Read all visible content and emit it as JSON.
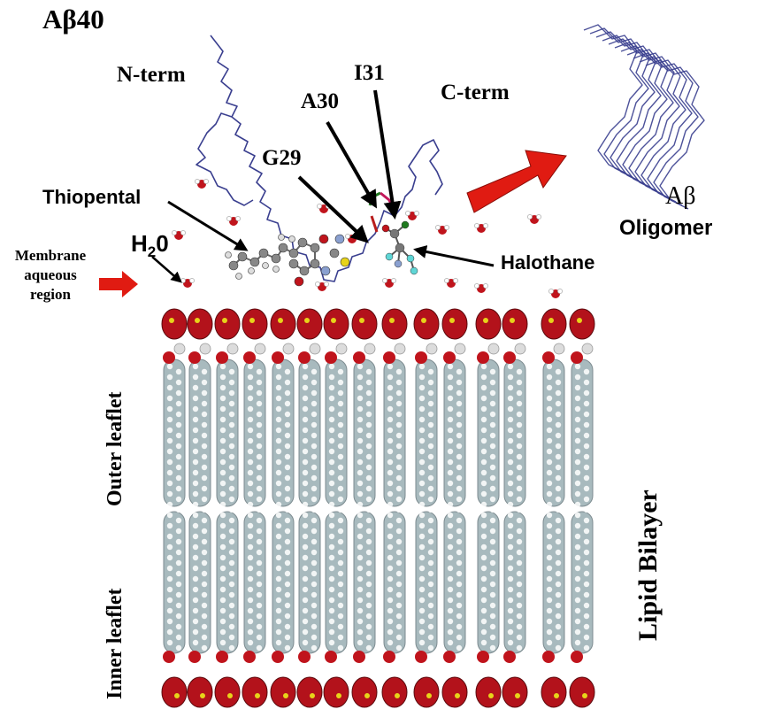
{
  "labels": {
    "abeta40": "Aβ40",
    "nterm": "N-term",
    "cterm": "C-term",
    "i31": "I31",
    "a30": "A30",
    "g29": "G29",
    "thiopental": "Thiopental",
    "halothane": "Halothane",
    "water_h": "H",
    "water_sub": "2",
    "water_o": "0",
    "membrane_line1": "Membrane",
    "membrane_line2": "aqueous",
    "membrane_line3": "region",
    "abeta": "Aβ",
    "oligomer": "Oligomer",
    "outer_leaflet": "Outer leaflet",
    "inner_leaflet": "Inner leaflet",
    "lipid_bilayer": "Lipid Bilayer"
  },
  "colors": {
    "protein_backbone": "#3a3f8f",
    "arrow_red": "#e01b12",
    "lipid_head": "#b3121b",
    "lipid_tail": "#9fb3b8",
    "oxygen": "#c0141c",
    "carbon": "#555555",
    "sulfur": "#e7d31a",
    "fluorine": "#5fd6d6"
  },
  "icons": {
    "thiopental_molecule": "ball-and-stick-molecule",
    "halothane_molecule": "ball-and-stick-molecule",
    "water_molecule": "water-molecule",
    "oligomer_structure": "protein-oligomer-ribbon"
  }
}
